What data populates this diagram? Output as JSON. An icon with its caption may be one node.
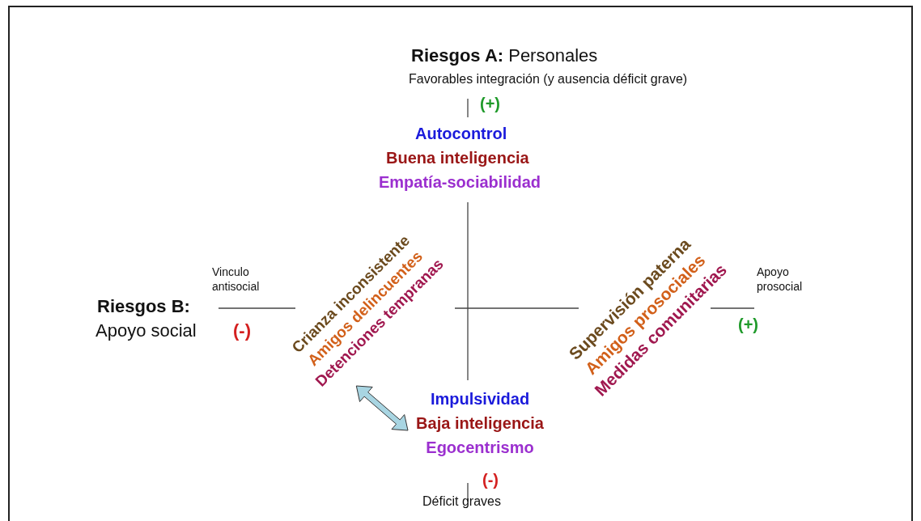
{
  "diagram": {
    "nodes": [
      {
        "text": [
          "Crianza inconsistente",
          "Amigos delincuentes",
          "Detenciones tempranas"
        ]
      },
      {
        "text": [
          "Impulsividad",
          "Baja inteligencia",
          "Egocentrismo"
        ]
      }
    ],
    "edges": [
      {
        "from": 0,
        "to": 1,
        "arrow": "both",
        "style": "thick",
        "color": "#a8d5e2"
      }
    ],
    "labels": [
      "**Riesgos A:** Personales",
      "Favorables integración (y ausencia déficit grave)",
      "(+)",
      "Autocontrol",
      "Buena inteligencia",
      "Empatía-sociabilidad",
      "Vinculo antisocial",
      "Riesgos B:",
      "Apoyo social",
      "(-)",
      "Supervisión paterna",
      "Amigos prosociales",
      "Medidas comunitarias",
      "Apoyo prosocial",
      "(+)",
      "(-)",
      "Déficit graves"
    ]
  }
}
